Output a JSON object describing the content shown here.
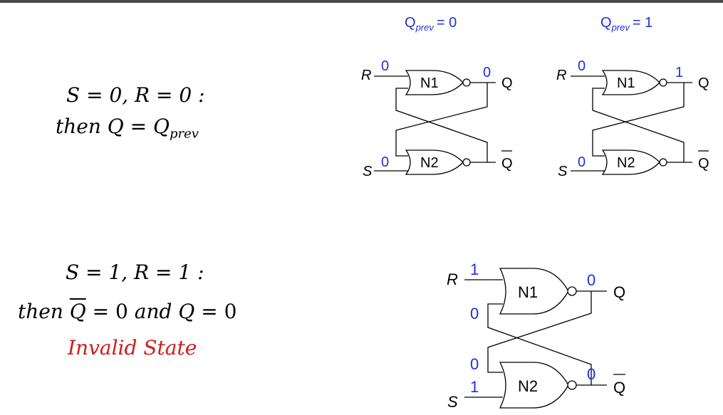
{
  "colors": {
    "value": "#1f2fe0",
    "invalid": "#d11a1a",
    "wire": "#000000",
    "topbar": "#4a4a48"
  },
  "case1": {
    "line1": "S = 0, R = 0 :",
    "line2_then": "then",
    "line2_q": "Q",
    "line2_eq": "=",
    "line2_qprev": "Q",
    "line2_prev": "prev"
  },
  "case2": {
    "line1": "S = 1, R = 1 :",
    "line2_then": "then",
    "line2_qbar": "Q",
    "line2_eq0": "= 0",
    "line2_and": "and",
    "line2_q": "Q",
    "line2_eq0b": "= 0",
    "line3": "Invalid State"
  },
  "circuits": [
    {
      "header_q": "Q",
      "header_sub": "prev",
      "header_val": "= 0",
      "r_label": "R",
      "s_label": "S",
      "q_label": "Q",
      "qbar_label": "Q",
      "gate1": "N1",
      "gate2": "N2",
      "r_val": "0",
      "s_val": "0",
      "q_val": "0"
    },
    {
      "header_q": "Q",
      "header_sub": "prev",
      "header_val": "= 1",
      "r_label": "R",
      "s_label": "S",
      "q_label": "Q",
      "qbar_label": "Q",
      "gate1": "N1",
      "gate2": "N2",
      "r_val": "0",
      "s_val": "0",
      "q_val": "1"
    },
    {
      "r_label": "R",
      "s_label": "S",
      "q_label": "Q",
      "qbar_label": "Q",
      "gate1": "N1",
      "gate2": "N2",
      "r_val": "1",
      "s_val": "1",
      "q_val": "0",
      "qbar_val": "0",
      "n1_in_val": "0",
      "n2_in_val": "0"
    }
  ]
}
